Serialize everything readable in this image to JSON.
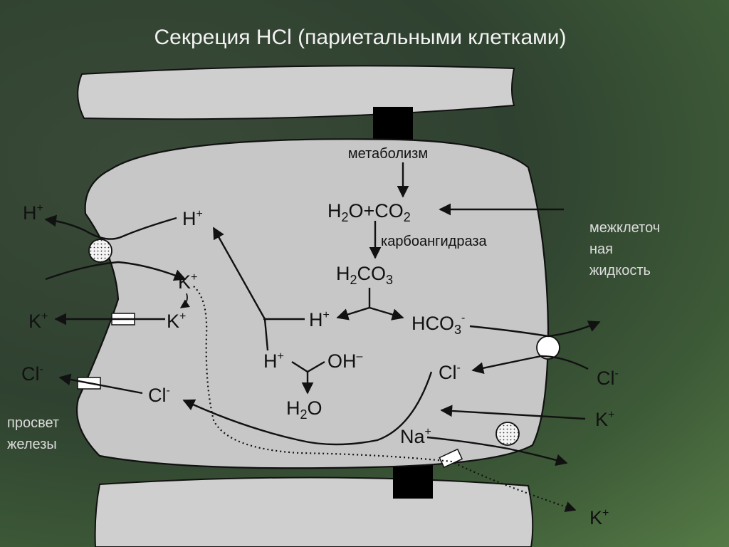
{
  "title": "Секреция HCl (париетальными клетками)",
  "labels": {
    "metabolism": "метаболизм",
    "h2o": "H",
    "h2o_sub": "2",
    "h2o_rest": "O+CO",
    "co2_sub": "2",
    "carbonic_anhydrase": "карбоангидраза",
    "h2co3_a": "H",
    "h2co3_sub1": "2",
    "h2co3_b": "CO",
    "h2co3_sub2": "3",
    "h_plus_center": "H",
    "hco3_a": "HCO",
    "hco3_sub": "3",
    "hco3_sup": "-",
    "h_plus_small": "H",
    "oh": "OH",
    "oh_sup": "–",
    "water_a": "H",
    "water_sub": "2",
    "water_b": "O",
    "h_plus_top_inner": "H",
    "h_plus_top_outer": "H",
    "k_plus_inner1": "K",
    "k_plus_inner2": "K",
    "k_plus_lumen": "K",
    "cl_inner_left": "Cl",
    "cl_lumen": "Cl",
    "cl_inner_right": "Cl",
    "cl_outer_right": "Cl",
    "k_plus_right": "K",
    "na_plus": "Na",
    "k_plus_bottom": "K",
    "plus": "+",
    "minus": "-",
    "interstitial_1": "межклеточ",
    "interstitial_2": "ная",
    "interstitial_3": "жидкость",
    "lumen_1": "просвет",
    "lumen_2": "железы"
  }
}
